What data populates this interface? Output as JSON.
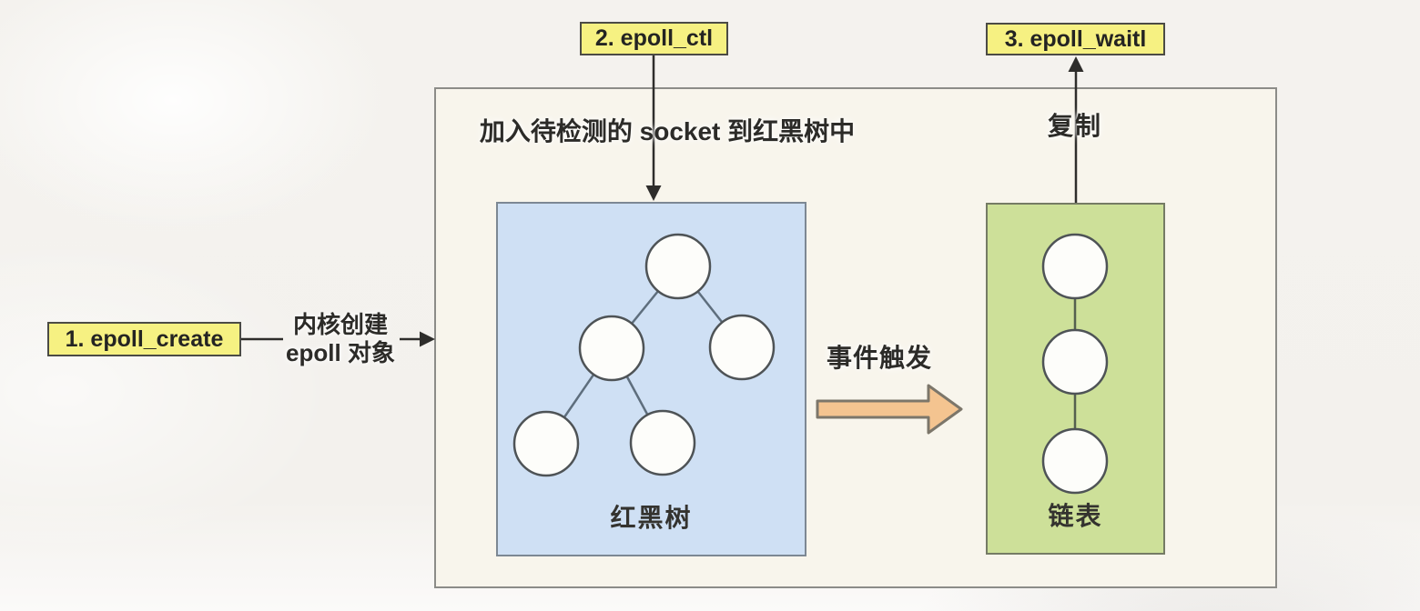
{
  "diagram": {
    "title_context": "epoll workflow diagram",
    "steps": {
      "create": {
        "label": "1. epoll_create"
      },
      "ctl": {
        "label": "2. epoll_ctl"
      },
      "wait": {
        "label": "3. epoll_waitl"
      }
    },
    "annotations": {
      "kernel_create_line1": "内核创建",
      "kernel_create_line2": "epoll 对象",
      "add_socket": "加入待检测的 socket 到红黑树中",
      "copy": "复制",
      "event_trigger": "事件触发"
    },
    "structures": {
      "rbtree": {
        "label": "红黑树",
        "node_count": 5
      },
      "linkedlist": {
        "label": "链表",
        "node_count": 3
      }
    },
    "colors": {
      "step_fill": "#f6f182",
      "step_border": "#4b4b45",
      "kernel_fill": "#f8f5ec",
      "kernel_border": "#8c8c88",
      "rbtree_fill": "#cfe0f4",
      "rbtree_border": "#7d8893",
      "linkedlist_fill": "#cde099",
      "linkedlist_border": "#757b65",
      "node_fill": "#fdfdfa",
      "node_border": "#4e5356",
      "event_arrow_fill": "#f4c490",
      "event_arrow_border": "#7c766a",
      "connector": "#2e2d2b",
      "background": "#f4f2ee"
    }
  }
}
